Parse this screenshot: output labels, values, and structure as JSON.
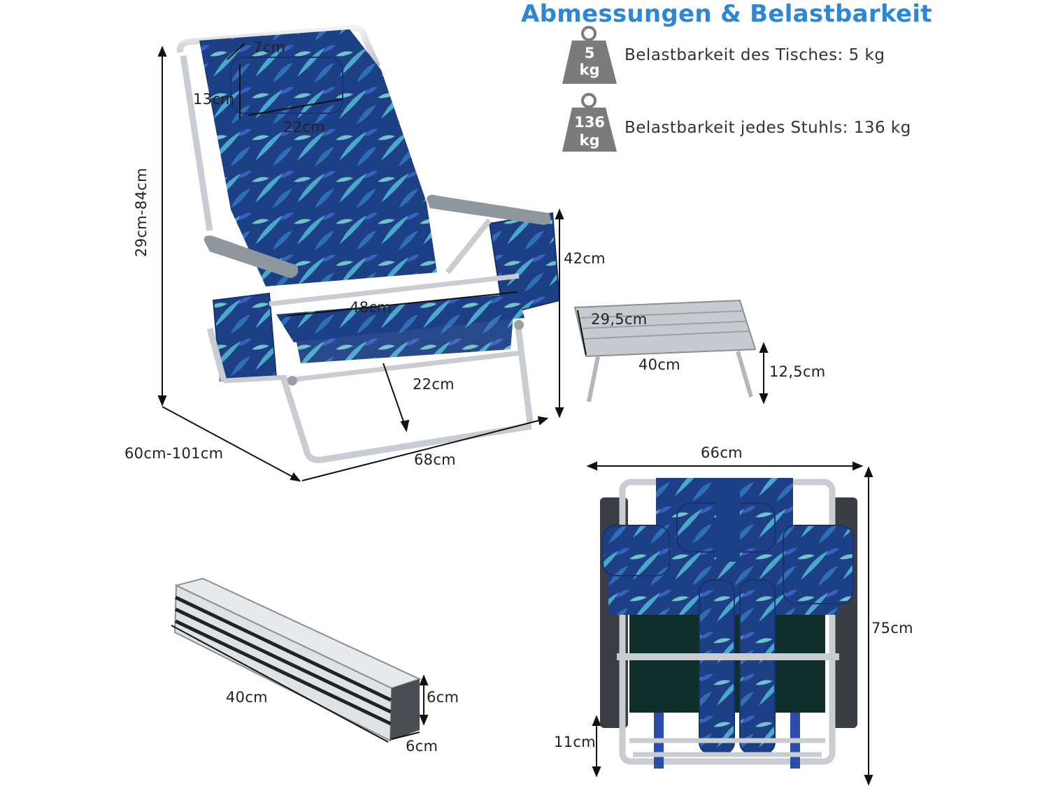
{
  "header": {
    "title": "Abmessungen & Belastbarkeit"
  },
  "capacities": [
    {
      "weight_top": "5",
      "weight_bottom": "kg",
      "text": "Belastbarkeit des Tisches: 5 kg"
    },
    {
      "weight_top": "136",
      "weight_bottom": "kg",
      "text": "Belastbarkeit jedes Stuhls: 136 kg"
    }
  ],
  "chair_dimensions": {
    "pillow_depth": "7cm",
    "pillow_height": "13cm",
    "pillow_width": "22cm",
    "backrest_height": "29cm-84cm",
    "armrest_height": "42cm",
    "seat_width": "48cm",
    "seat_height": "22cm",
    "depth": "60cm-101cm",
    "width": "68cm"
  },
  "table_dimensions": {
    "depth": "29,5cm",
    "width": "40cm",
    "height": "12,5cm"
  },
  "folded_table_dimensions": {
    "length": "40cm",
    "height": "6cm",
    "depth": "6cm"
  },
  "folded_chair_dimensions": {
    "width": "66cm",
    "height": "75cm",
    "thickness": "11cm"
  },
  "colors": {
    "title": "#2e86d6",
    "weight_icon": "#7b7b7b",
    "fabric_dark": "#1d3f86",
    "fabric_light": "#4aa8c8",
    "frame": "#c9ccd1"
  }
}
